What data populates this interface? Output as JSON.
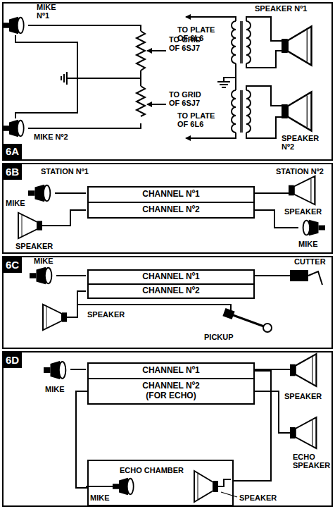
{
  "diagram": {
    "nodes": [
      {
        "text": [
          "6A"
        ]
      },
      {
        "text": [
          "6B"
        ]
      },
      {
        "text": [
          "CHANNEL Nº1"
        ],
        "in": 1
      },
      {
        "text": [
          "CHANNEL Nº2"
        ],
        "in": 1
      },
      {
        "text": [
          "6C"
        ]
      },
      {
        "text": [
          "CHANNEL Nº1"
        ],
        "in": 4
      },
      {
        "text": [
          "CHANNEL Nº2"
        ],
        "in": 4
      },
      {
        "text": [
          "6D"
        ]
      },
      {
        "text": [
          "CHANNEL Nº1"
        ],
        "in": 7
      },
      {
        "text": [
          "CHANNEL Nº2 (FOR ECHO)"
        ],
        "in": 7
      },
      {
        "text": [
          "ECHO CHAMBER"
        ],
        "in": 7
      }
    ],
    "edges": [
      {
        "from": 10,
        "to": 9,
        "arrow": "none"
      },
      {
        "from": 8,
        "to": 10,
        "arrow": "none"
      }
    ],
    "labels": [
      "MIKE Nº1",
      "MIKE Nº2",
      "TO GRID OF 6SJ7",
      "TO GRID OF 6SJ7",
      "SPEAKER Nº1",
      "TO PLATE OF 6L6",
      "TO PLATE OF 6L6",
      "SPEAKER Nº2",
      "STATION Nº1",
      "STATION Nº2",
      "MIKE",
      "SPEAKER",
      "SPEAKER",
      "MIKE",
      "MIKE",
      "CUTTER",
      "SPEAKER",
      "PICKUP",
      "MIKE",
      "SPEAKER",
      "ECHO SPEAKER",
      "MIKE",
      "SPEAKER"
    ]
  }
}
